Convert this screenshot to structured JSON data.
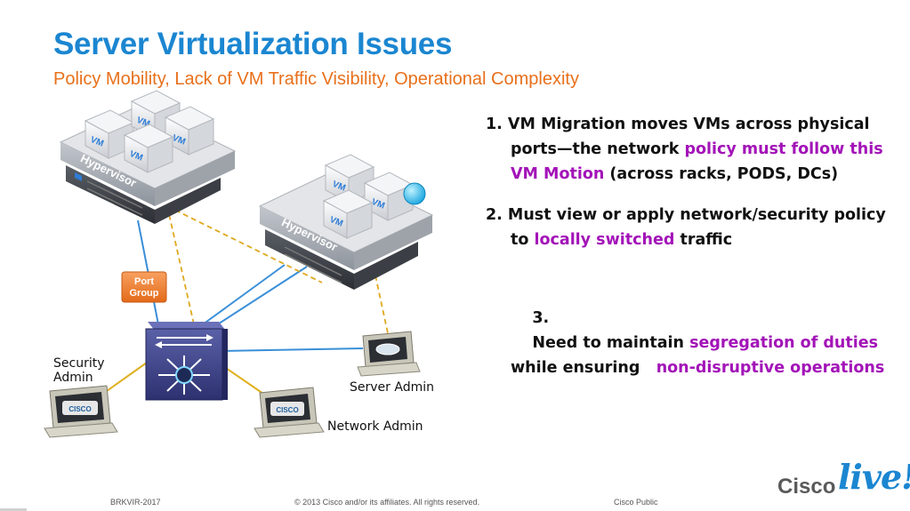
{
  "slide": {
    "title": "Server Virtualization Issues",
    "subtitle": "Policy Mobility, Lack of VM Traffic Visibility, Operational Complexity"
  },
  "diagram": {
    "vm_label": "VM",
    "hypervisor_label": "Hypervisor",
    "port_group_line1": "Port",
    "port_group_line2": "Group",
    "cisco_badge": "CISCO",
    "security_admin_line1": "Security",
    "security_admin_line2": "Admin",
    "server_admin": "Server Admin",
    "network_admin": "Network Admin",
    "colors": {
      "link_blue": "#3a8fd8",
      "link_dashed": "#e0a820",
      "port_group": "#f07f2a",
      "switch": "#3a3f86"
    }
  },
  "bullets": [
    {
      "num": "1.",
      "parts": [
        {
          "text": "VM Migration moves VMs across physical ports—the network ",
          "hl": false
        },
        {
          "text": "policy must follow this VM Motion",
          "hl": true
        },
        {
          "text": " (across racks, PODS, DCs)",
          "hl": false
        }
      ]
    },
    {
      "num": "2.",
      "parts": [
        {
          "text": "Must view or apply network/security policy to ",
          "hl": false
        },
        {
          "text": "locally switched",
          "hl": true
        },
        {
          "text": " traffic",
          "hl": false
        }
      ]
    },
    {
      "num": "3.",
      "parts": [
        {
          "text": "Need to maintain ",
          "hl": false
        },
        {
          "text": "segregation of duties",
          "hl": true
        },
        {
          "text": " while ensuring   ",
          "hl": false
        },
        {
          "text": "non-disruptive operations",
          "hl": true
        }
      ]
    }
  ],
  "footer": {
    "session": "BRKVIR-2017",
    "copyright": "© 2013 Cisco and/or its affiliates. All rights reserved.",
    "classification": "Cisco Public"
  },
  "logo": {
    "word": "Cisco",
    "live": "live!"
  },
  "highlight_color": "#a313b8",
  "title_color": "#1b86d1",
  "subtitle_color": "#e8701b"
}
